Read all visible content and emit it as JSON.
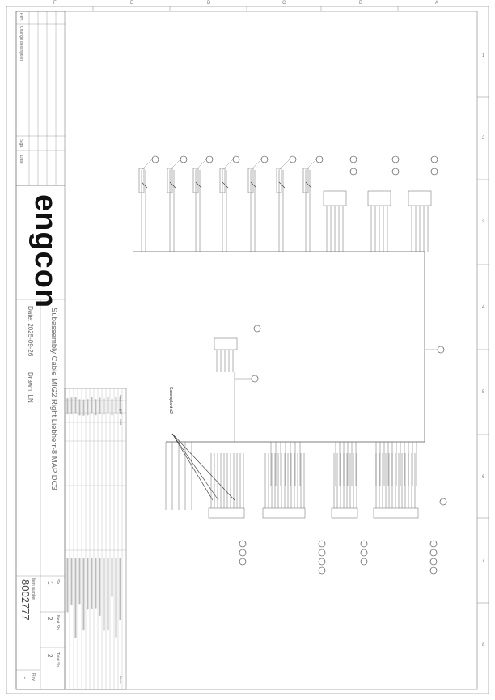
{
  "logo": "engcon",
  "revision_block": {
    "rev_label": "Rev.",
    "change_label": "Change description",
    "sign_label": "Sign.",
    "date_label": "Date"
  },
  "title_block": {
    "title": "Subassembly Cable MIG2 Right Liebherr-8 MAP DC3",
    "date": "Date: 2025-09-26",
    "drawn": "Drawn: LN",
    "item_number_label": "Item number",
    "item_number": "8002777",
    "sheet_label": "Sh.",
    "sheet": "1",
    "next_sheet_label": "Next Sh.",
    "next_sheet": "2",
    "total_sheets_label": "Total Sh.",
    "total_sheets": "2",
    "rev_label": "Rev.",
    "rev": "-"
  },
  "bom_headers": {
    "item": "Item",
    "qty": "QTY",
    "unit": "Unit",
    "desc": "Desc."
  },
  "zones_columns": [
    "F",
    "E",
    "D",
    "C",
    "B",
    "A"
  ],
  "zones_rows": [
    "1",
    "2",
    "3",
    "4",
    "5",
    "6",
    "7",
    "8"
  ],
  "annotation": "Sabelsplant x2"
}
